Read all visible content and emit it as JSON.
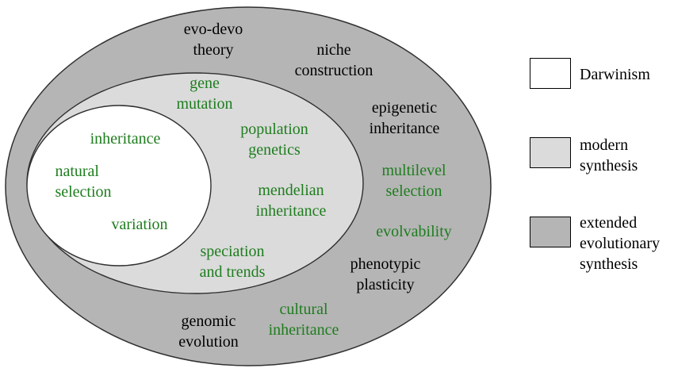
{
  "colors": {
    "darwinism_fill": "#ffffff",
    "modern_synthesis_fill": "#dbdbdb",
    "extended_synthesis_fill": "#b5b5b5",
    "outline": "#2f2f2f",
    "green_text": "#1e7d1e",
    "black_text": "#000000"
  },
  "diagram": {
    "labels": [
      {
        "text": "evo-devo\ntheory",
        "color": "black",
        "region": "extended evolutionary synthesis"
      },
      {
        "text": "niche\nconstruction",
        "color": "black",
        "region": "extended evolutionary synthesis"
      },
      {
        "text": "epigenetic\ninheritance",
        "color": "black",
        "region": "extended evolutionary synthesis"
      },
      {
        "text": "multilevel\nselection",
        "color": "green",
        "region": "extended evolutionary synthesis"
      },
      {
        "text": "evolvability",
        "color": "green",
        "region": "extended evolutionary synthesis"
      },
      {
        "text": "phenotypic\nplasticity",
        "color": "black",
        "region": "extended evolutionary synthesis"
      },
      {
        "text": "cultural\ninheritance",
        "color": "green",
        "region": "extended evolutionary synthesis"
      },
      {
        "text": "genomic\nevolution",
        "color": "black",
        "region": "extended evolutionary synthesis"
      },
      {
        "text": "gene\nmutation",
        "color": "green",
        "region": "modern synthesis"
      },
      {
        "text": "population\ngenetics",
        "color": "green",
        "region": "modern synthesis"
      },
      {
        "text": "mendelian\ninheritance",
        "color": "green",
        "region": "modern synthesis"
      },
      {
        "text": "speciation\nand trends",
        "color": "green",
        "region": "modern synthesis"
      },
      {
        "text": "inheritance",
        "color": "green",
        "region": "darwinism"
      },
      {
        "text": "natural\nselection",
        "color": "green",
        "region": "darwinism"
      },
      {
        "text": "variation",
        "color": "green",
        "region": "darwinism"
      }
    ]
  },
  "legend": {
    "items": [
      {
        "label": "Darwinism",
        "swatch_color": "#ffffff"
      },
      {
        "label": "modern\nsynthesis",
        "swatch_color": "#dbdbdb"
      },
      {
        "label": "extended\nevolutionary\nsynthesis",
        "swatch_color": "#b5b5b5"
      }
    ]
  }
}
